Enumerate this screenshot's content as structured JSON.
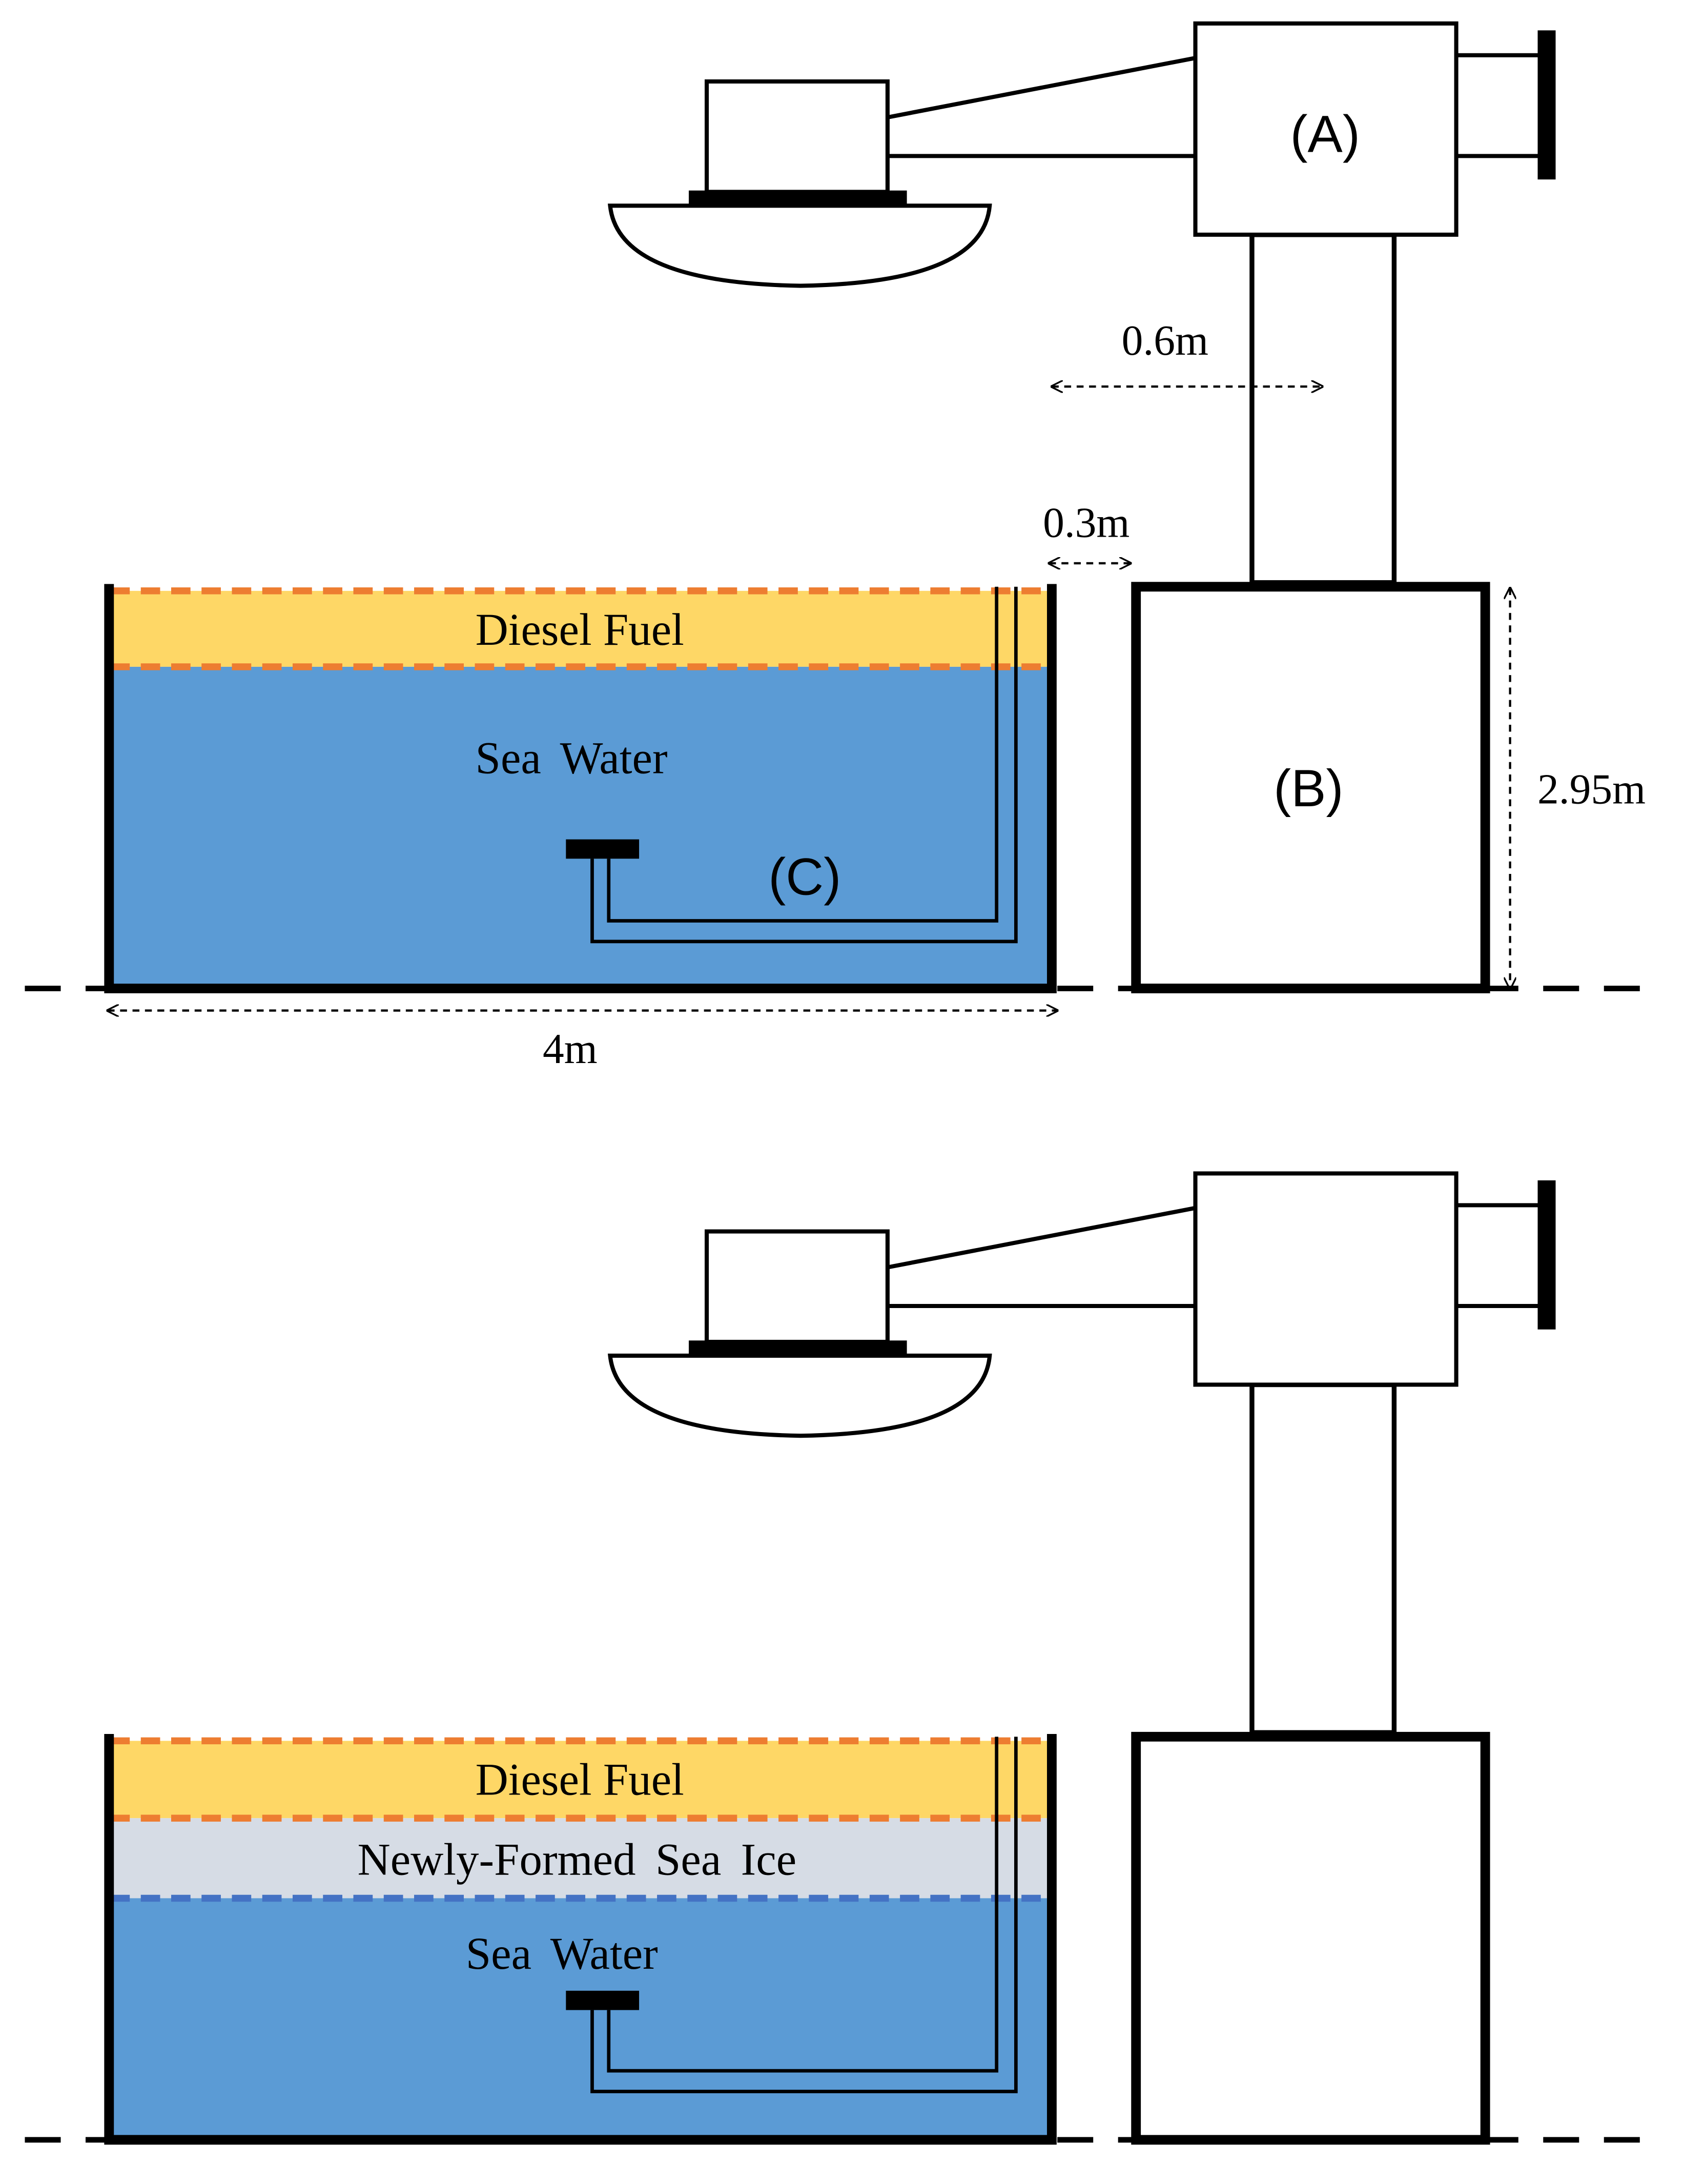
{
  "top_panel": {
    "label_a": "(A)",
    "label_b": "(B)",
    "label_c": "(C)",
    "dim_pole_gap": "0.6m",
    "dim_tank_gap": "0.3m",
    "dim_height": "2.95m",
    "dim_tank_width": "4m",
    "layer_fuel": "Diesel Fuel",
    "layer_water": "Sea Water"
  },
  "bottom_panel": {
    "layer_fuel": "Diesel Fuel",
    "layer_ice": "Newly-Formed Sea Ice",
    "layer_water": "Sea Water"
  },
  "colors": {
    "fuel": "#FED766",
    "water": "#5B9BD5",
    "ice": "#D6DCE5",
    "fuel_boundary": "#ED7D31",
    "ice_boundary": "#4472C4",
    "outline": "#000000"
  }
}
